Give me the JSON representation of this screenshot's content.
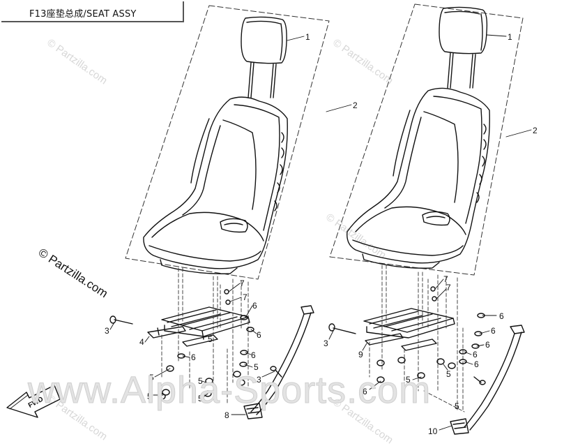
{
  "header": {
    "title": "F13座垫总成/SEAT ASSY"
  },
  "watermarks": {
    "partzilla": "© Partzilla.com",
    "alpha_sports": "www.Alpha-Sports.com"
  },
  "direction_arrow": {
    "label": "FWD"
  },
  "callouts": {
    "left": [
      "1",
      "2",
      "7",
      "7",
      "6",
      "3",
      "4",
      "6",
      "5",
      "6",
      "6",
      "5",
      "5",
      "3",
      "5",
      "5",
      "5",
      "8"
    ],
    "right": [
      "1",
      "2",
      "7",
      "7",
      "6",
      "6",
      "3",
      "6",
      "9",
      "6",
      "6",
      "5",
      "5",
      "6",
      "5",
      "10"
    ]
  },
  "colors": {
    "line": "#111111",
    "watermark": "#d0d0d0",
    "dashed": "#333333"
  }
}
